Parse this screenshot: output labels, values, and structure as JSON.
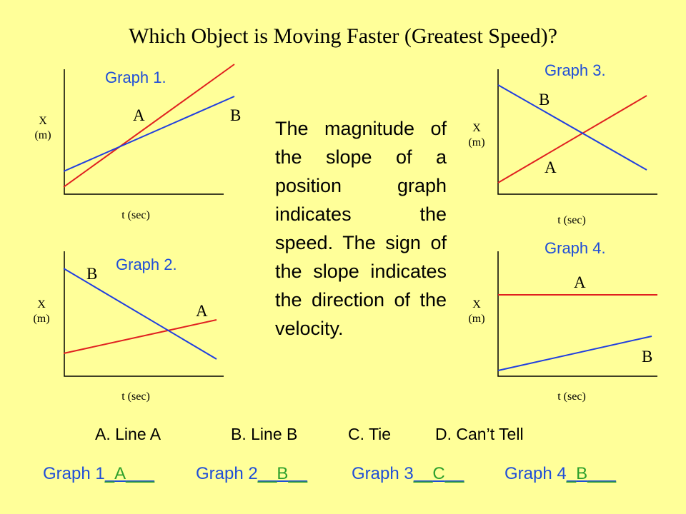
{
  "title": "Which Object is Moving Faster (Greatest Speed)?",
  "colors": {
    "background": "#ffff99",
    "line_a": "#e02020",
    "line_b": "#1f3ee0",
    "label_blue": "#1f4ed8",
    "answer_green": "#2ca02c"
  },
  "graphs": [
    {
      "label": "Graph 1.",
      "ylabel_1": "X",
      "ylabel_2": "(m)",
      "xlabel": "t (sec)",
      "line_a_label": "A",
      "line_b_label": "B"
    },
    {
      "label": "Graph 2.",
      "ylabel_1": "X",
      "ylabel_2": "(m)",
      "xlabel": "t (sec)",
      "line_a_label": "A",
      "line_b_label": "B"
    },
    {
      "label": "Graph 3.",
      "ylabel_1": "X",
      "ylabel_2": "(m)",
      "xlabel": "t (sec)",
      "line_a_label": "A",
      "line_b_label": "B"
    },
    {
      "label": "Graph 4.",
      "ylabel_1": "X",
      "ylabel_2": "(m)",
      "xlabel": "t (sec)",
      "line_a_label": "A",
      "line_b_label": "B"
    }
  ],
  "explanation": "The magnitude of the slope of a position graph indicates the speed. The sign of the slope indicates the direction of the velocity.",
  "options": [
    "A.  Line A",
    "B. Line B",
    "C. Tie",
    "D. Can’t Tell"
  ],
  "answers": [
    {
      "prefix": "Graph 1",
      "answer": "A"
    },
    {
      "prefix": "Graph 2",
      "answer": "B"
    },
    {
      "prefix": "Graph 3",
      "answer": "C"
    },
    {
      "prefix": "Graph 4",
      "answer": "B"
    }
  ]
}
